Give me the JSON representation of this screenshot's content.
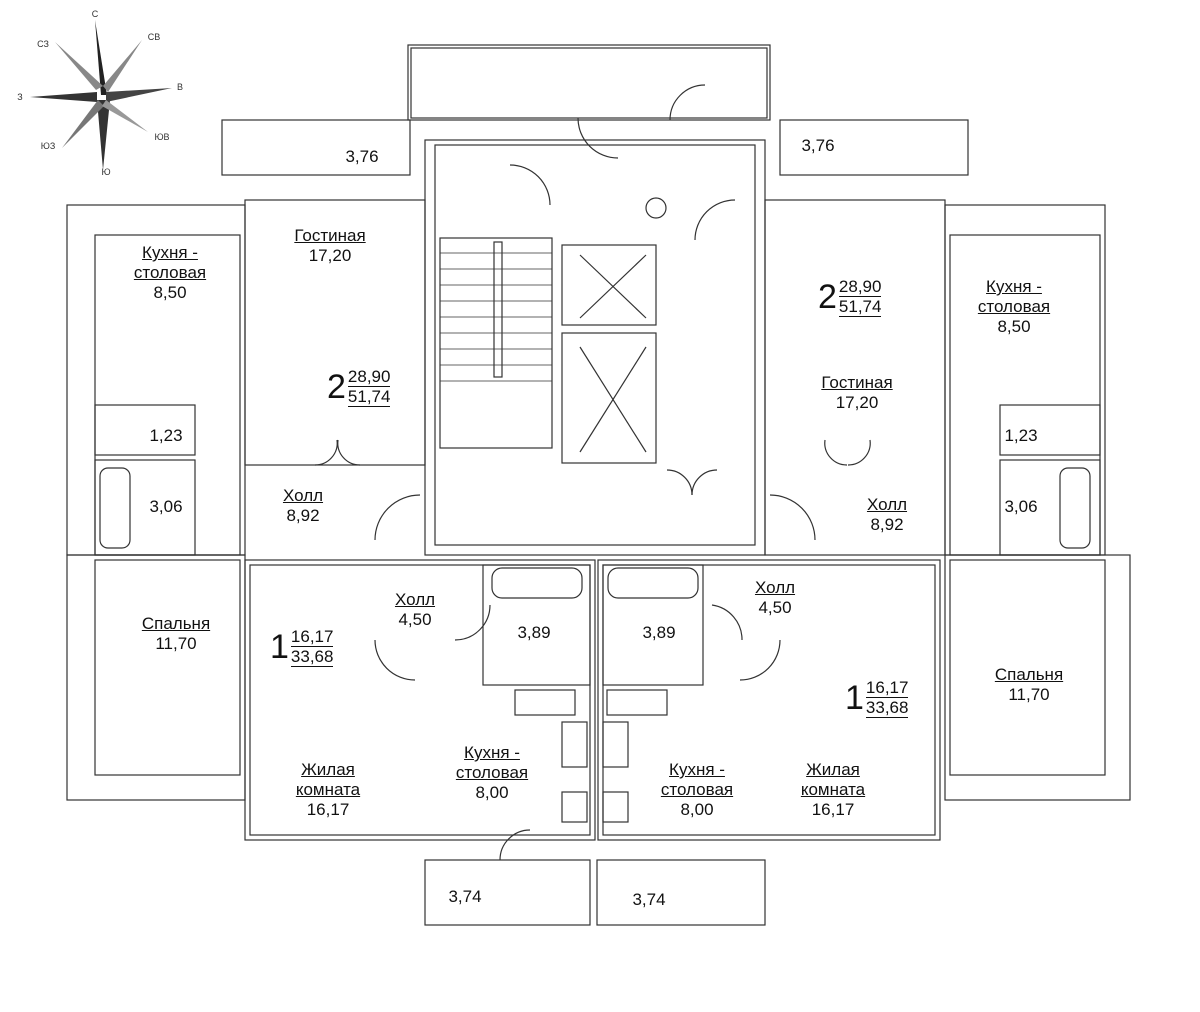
{
  "compass": {
    "n": "С",
    "ne": "СВ",
    "e": "В",
    "se": "ЮВ",
    "s": "Ю",
    "sw": "ЮЗ",
    "w": "З",
    "nw": "СЗ"
  },
  "apartment_2_left": {
    "rooms_count": "2",
    "living_area": "28,90",
    "total_area": "51,74",
    "balcony": "3,76",
    "kitchen": {
      "name1": "Кухня -",
      "name2": "столовая",
      "area": "8,50"
    },
    "living": {
      "name": "Гостиная",
      "area": "17,20"
    },
    "wc": {
      "area": "1,23"
    },
    "bath": {
      "area": "3,06"
    },
    "hall": {
      "name": "Холл",
      "area": "8,92"
    },
    "bedroom": {
      "name": "Спальня",
      "area": "11,70"
    }
  },
  "apartment_2_right": {
    "rooms_count": "2",
    "living_area": "28,90",
    "total_area": "51,74",
    "balcony": "3,76",
    "kitchen": {
      "name1": "Кухня -",
      "name2": "столовая",
      "area": "8,50"
    },
    "living": {
      "name": "Гостиная",
      "area": "17,20"
    },
    "wc": {
      "area": "1,23"
    },
    "bath": {
      "area": "3,06"
    },
    "hall": {
      "name": "Холл",
      "area": "8,92"
    },
    "bedroom": {
      "name": "Спальня",
      "area": "11,70"
    }
  },
  "apartment_1_left": {
    "rooms_count": "1",
    "living_area": "16,17",
    "total_area": "33,68",
    "hall": {
      "name": "Холл",
      "area": "4,50"
    },
    "bath": {
      "area": "3,89"
    },
    "living": {
      "name1": "Жилая",
      "name2": "комната",
      "area": "16,17"
    },
    "kitchen": {
      "name1": "Кухня -",
      "name2": "столовая",
      "area": "8,00"
    },
    "balcony": "3,74"
  },
  "apartment_1_right": {
    "rooms_count": "1",
    "living_area": "16,17",
    "total_area": "33,68",
    "hall": {
      "name": "Холл",
      "area": "4,50"
    },
    "bath": {
      "area": "3,89"
    },
    "living": {
      "name1": "Жилая",
      "name2": "комната",
      "area": "16,17"
    },
    "kitchen": {
      "name1": "Кухня -",
      "name2": "столовая",
      "area": "8,00"
    },
    "balcony": "3,74"
  }
}
